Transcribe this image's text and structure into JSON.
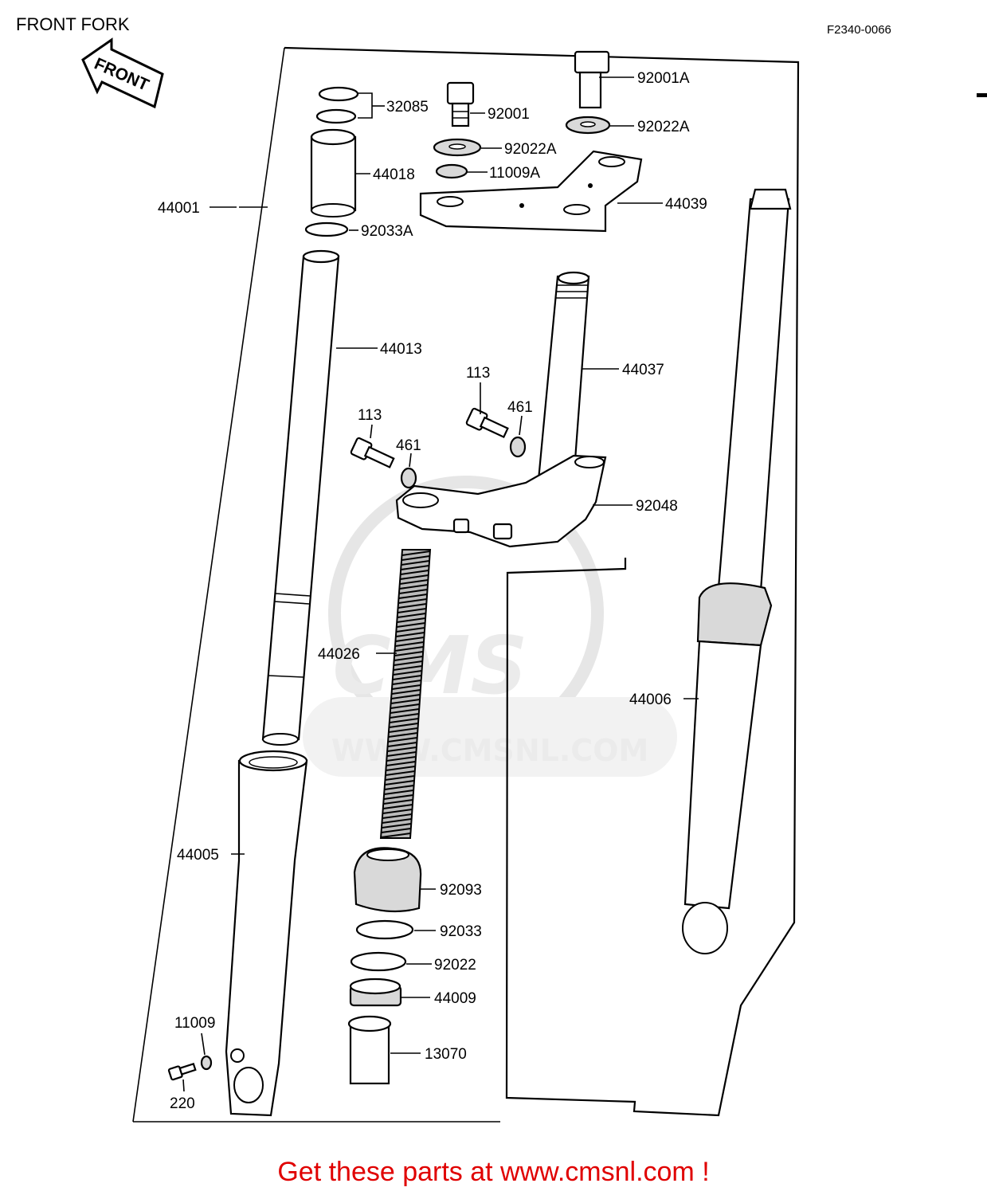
{
  "header": {
    "title": "FRONT FORK",
    "code": "F2340-0066",
    "front_arrow": "FRONT"
  },
  "watermark": {
    "logo": "CMS",
    "url": "WWW.CMSNL.COM"
  },
  "parts": [
    "92001A",
    "92022A",
    "32085",
    "92001",
    "92022A",
    "44018",
    "11009A",
    "44039",
    "44001",
    "92033A",
    "44013",
    "44037",
    "113",
    "461",
    "113",
    "461",
    "92048",
    "44026",
    "44006",
    "44005",
    "92093",
    "92033",
    "92022",
    "44009",
    "11009",
    "13070",
    "220"
  ],
  "footer": {
    "link_text": "Get these parts at www.cmsnl.com !"
  },
  "colors": {
    "footer_link": "#e00000",
    "line_art": "#000000",
    "watermark": "#ebebeb"
  }
}
